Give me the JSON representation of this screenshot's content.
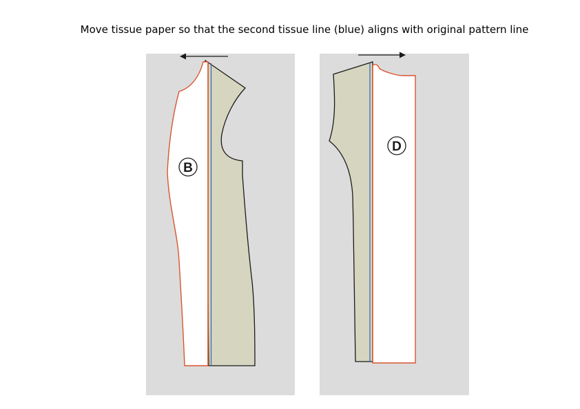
{
  "instruction": "Move tissue paper so that the second tissue line (blue) aligns with original pattern line",
  "pieces": [
    {
      "label": "B",
      "move_direction": "left"
    },
    {
      "label": "D",
      "move_direction": "right"
    }
  ],
  "colors": {
    "background": "#dcdcdc",
    "tissue_fill": "#d6d6c0",
    "pattern_fill": "#ffffff",
    "original_line": "#d9542e",
    "tissue_line": "#3a6fb0",
    "outline": "#1a1a1a"
  }
}
